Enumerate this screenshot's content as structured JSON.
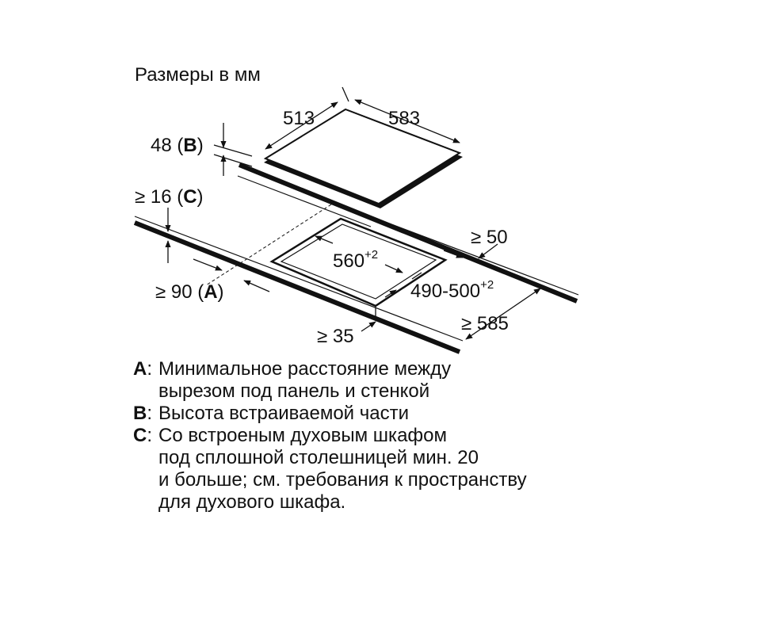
{
  "title": "Размеры в мм",
  "dims": {
    "depth": "513",
    "width": "583",
    "height_b": "48 (",
    "height_b_key": "B",
    "height_b_close": ")",
    "min_c": "≥ 16 (",
    "min_c_key": "C",
    "min_c_close": ")",
    "back_gap": "≥ 50",
    "cut_width_base": "560",
    "cut_width_sup": "+2",
    "cut_depth_base": "490-500",
    "cut_depth_sup": "+2",
    "wall_a": "≥ 90 (",
    "wall_a_key": "A",
    "wall_a_close": ")",
    "front_gap": "≥ 35",
    "counter_depth": "≥ 585"
  },
  "legend": [
    {
      "key": "A",
      "lines": [
        "Минимальное расстояние между",
        "вырезом под панель и стенкой"
      ]
    },
    {
      "key": "B",
      "lines": [
        "Высота встраиваемой части"
      ]
    },
    {
      "key": "C",
      "lines": [
        "Со встроеным духовым шкафом",
        "под сплошной столешницей мин. 20",
        "и больше; см. требования к пространству",
        "для духового шкафа."
      ]
    }
  ]
}
